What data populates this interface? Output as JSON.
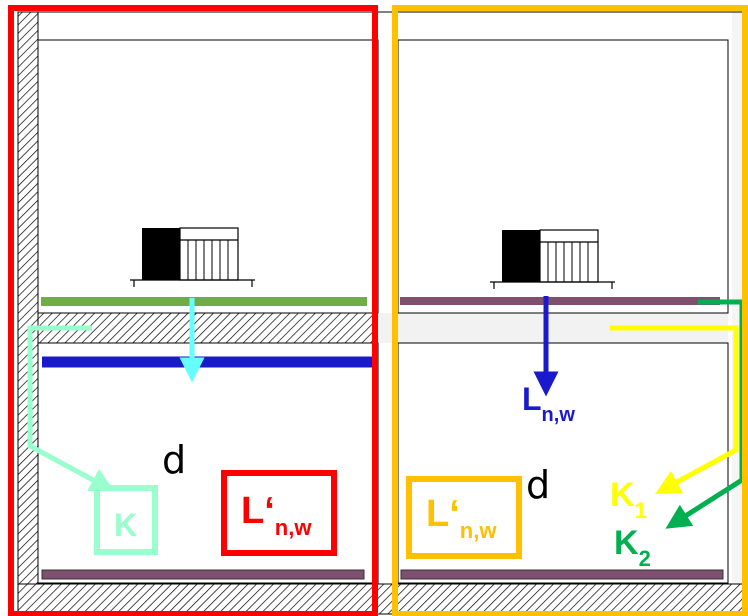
{
  "colors": {
    "red": "#ff0000",
    "orange": "#ffc000",
    "green_floor": "#70ad47",
    "mauve_floor": "#7f4f6f",
    "cyan": "#66ffff",
    "blue": "#1a1acc",
    "mint": "#99ffcc",
    "yellow": "#ffff00",
    "dark_green": "#00b050"
  },
  "labels": {
    "d_left": "d",
    "d_right": "d",
    "K": "K",
    "Lprime_left_main": "L",
    "Lprime_left_prime": "‘",
    "Lprime_left_sub": "n,w",
    "Lprime_right_main": "L",
    "Lprime_right_prime": "‘",
    "Lprime_right_sub": "n,w",
    "L_main": "L",
    "L_sub": "n,w",
    "K1_main": "K",
    "K1_sub": "1",
    "K2_main": "K",
    "K2_sub": "2"
  }
}
